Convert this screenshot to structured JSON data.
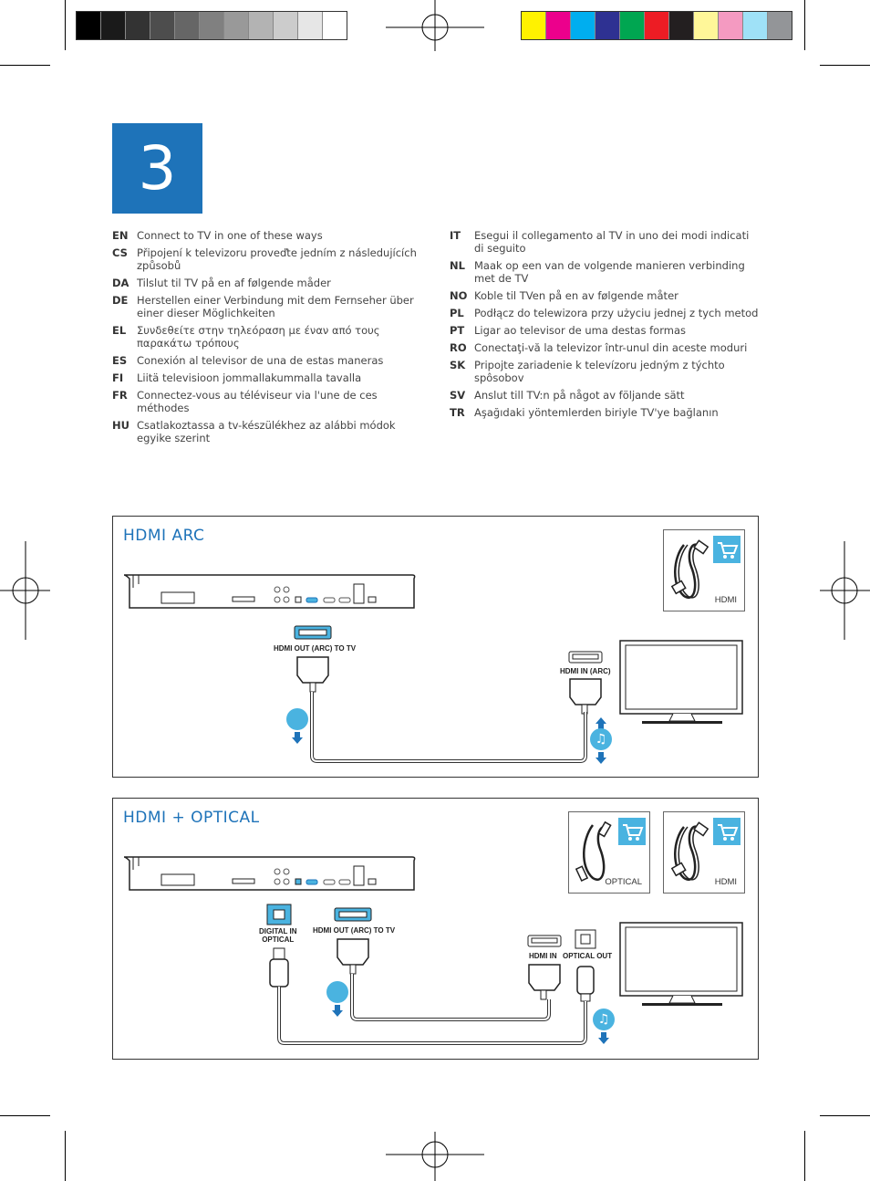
{
  "step_number": "3",
  "languages_left": [
    {
      "code": "EN",
      "text": "Connect to TV in one of these ways"
    },
    {
      "code": "CS",
      "text": "Připojení k televizoru proveďte jedním z následujících způsobů"
    },
    {
      "code": "DA",
      "text": "Tilslut til TV på en af følgende måder"
    },
    {
      "code": "DE",
      "text": "Herstellen einer Verbindung mit dem Fernseher über einer dieser Möglichkeiten"
    },
    {
      "code": "EL",
      "text": "Συνδεθείτε στην τηλεόραση με έναν από τους παρακάτω τρόπους"
    },
    {
      "code": "ES",
      "text": "Conexión al televisor de una de estas maneras"
    },
    {
      "code": "FI",
      "text": "Liitä televisioon jommallakummalla tavalla"
    },
    {
      "code": "FR",
      "text": "Connectez-vous au téléviseur via l'une de ces méthodes"
    },
    {
      "code": "HU",
      "text": "Csatlakoztassa a tv-készülékhez az alábbi módok egyike szerint"
    }
  ],
  "languages_right": [
    {
      "code": "IT",
      "text": "Esegui il collegamento al TV in uno dei modi indicati di seguito"
    },
    {
      "code": "NL",
      "text": "Maak op een van de volgende manieren verbinding met de TV"
    },
    {
      "code": "NO",
      "text": "Koble til TVen på en av følgende måter"
    },
    {
      "code": "PL",
      "text": "Podłącz do telewizora przy użyciu jednej z tych metod"
    },
    {
      "code": "PT",
      "text": "Ligar ao televisor de uma destas formas"
    },
    {
      "code": "RO",
      "text": "Conectaţi-vă la televizor într-unul din aceste moduri"
    },
    {
      "code": "SK",
      "text": "Pripojte zariadenie k televízoru jedným z týchto spôsobov"
    },
    {
      "code": "SV",
      "text": "Anslut till TV:n på något av följande sätt"
    },
    {
      "code": "TR",
      "text": "Aşağıdaki yöntemlerden biriyle TV'ye bağlanın"
    }
  ],
  "panel_arc": {
    "title": "HDMI ARC",
    "device_port_label": "HDMI OUT (ARC) TO TV",
    "tv_port_label": "HDMI IN (ARC)",
    "cable_caption": "HDMI"
  },
  "panel_optical": {
    "title": "HDMI + OPTICAL",
    "digital_in_label_line1": "DIGITAL IN",
    "digital_in_label_line2": "OPTICAL",
    "device_port_label": "HDMI OUT (ARC) TO TV",
    "tv_hdmi_label": "HDMI IN",
    "tv_optical_label": "OPTICAL OUT",
    "cable_caption_optical": "OPTICAL",
    "cable_caption_hdmi": "HDMI"
  },
  "colors": {
    "accent_blue": "#1e73b9",
    "light_blue": "#4ab3e0",
    "gray_swatches": [
      "#000000",
      "#1a1a1a",
      "#333333",
      "#4d4d4d",
      "#666666",
      "#808080",
      "#999999",
      "#b3b3b3",
      "#cccccc",
      "#e6e6e6",
      "#ffffff"
    ],
    "color_swatches": [
      "#fff200",
      "#ec008c",
      "#00aeef",
      "#2e3192",
      "#00a651",
      "#ed1c24",
      "#231f20",
      "#fff799",
      "#f49ac1",
      "#9fe1f7",
      "#939598"
    ]
  }
}
